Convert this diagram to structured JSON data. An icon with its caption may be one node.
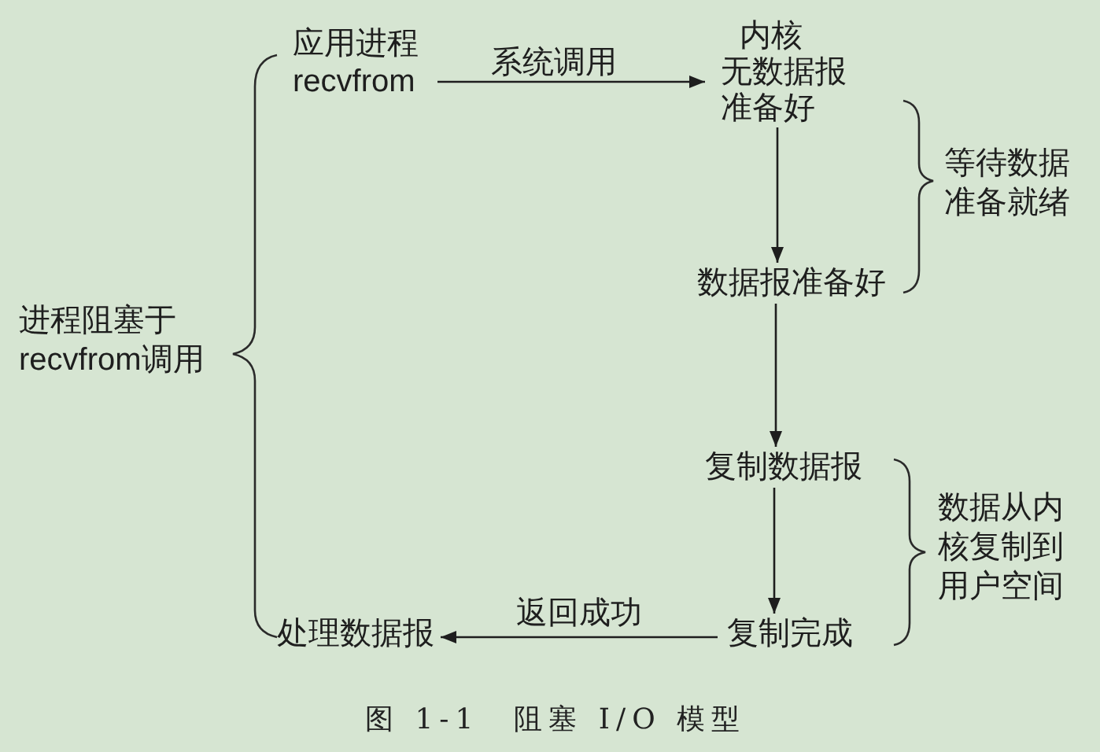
{
  "diagram": {
    "caption": "图 1-1　阻塞 I/O 模型",
    "nodes": [
      {
        "text": [
          "应用进程",
          "recvfrom"
        ]
      },
      {
        "text": [
          "内核",
          "无数据报准备好"
        ]
      },
      {
        "text": [
          "数据报准备好"
        ]
      },
      {
        "text": [
          "复制数据报"
        ]
      },
      {
        "text": [
          "复制完成"
        ]
      },
      {
        "text": [
          "处理数据报"
        ]
      }
    ],
    "edges": [
      {
        "from": 0,
        "to": 1,
        "arrow": "to",
        "label": "系统调用"
      },
      {
        "from": 1,
        "to": 2,
        "arrow": "to"
      },
      {
        "from": 2,
        "to": 3,
        "arrow": "to"
      },
      {
        "from": 3,
        "to": 4,
        "arrow": "to"
      },
      {
        "from": 4,
        "to": 5,
        "arrow": "to",
        "label": "返回成功"
      }
    ],
    "labels": [
      "等待数据准备就绪",
      "进程阻塞于recvfrom调用",
      "数据从内核复制到用户空间"
    ]
  }
}
